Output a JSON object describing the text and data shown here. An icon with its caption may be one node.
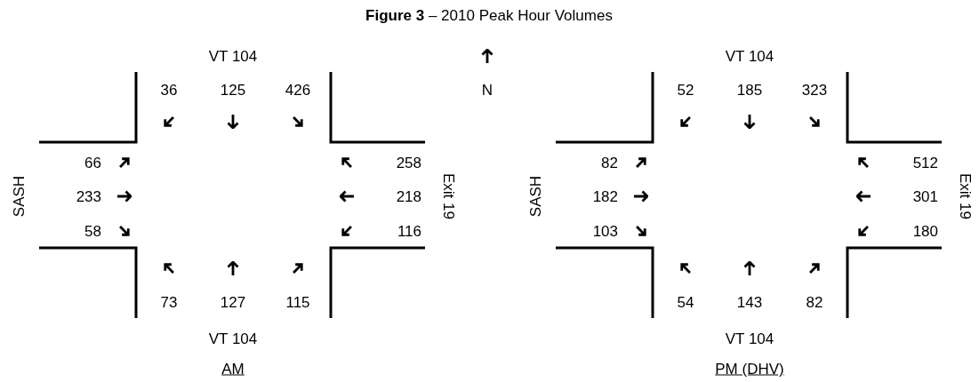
{
  "diagram": {
    "title": "**Figure 3** – 2010 Peak Hour Volumes",
    "labels": [
      "N",
      "VT 104",
      "36",
      "125",
      "426",
      "SASH",
      "66",
      "233",
      "58",
      "258",
      "218",
      "116",
      "Exit 19",
      "73",
      "127",
      "115",
      "VT 104",
      "AM",
      "VT 104",
      "52",
      "185",
      "323",
      "SASH",
      "82",
      "182",
      "103",
      "512",
      "301",
      "180",
      "Exit 19",
      "54",
      "143",
      "82",
      "VT 104",
      "PM (DHV)"
    ]
  }
}
